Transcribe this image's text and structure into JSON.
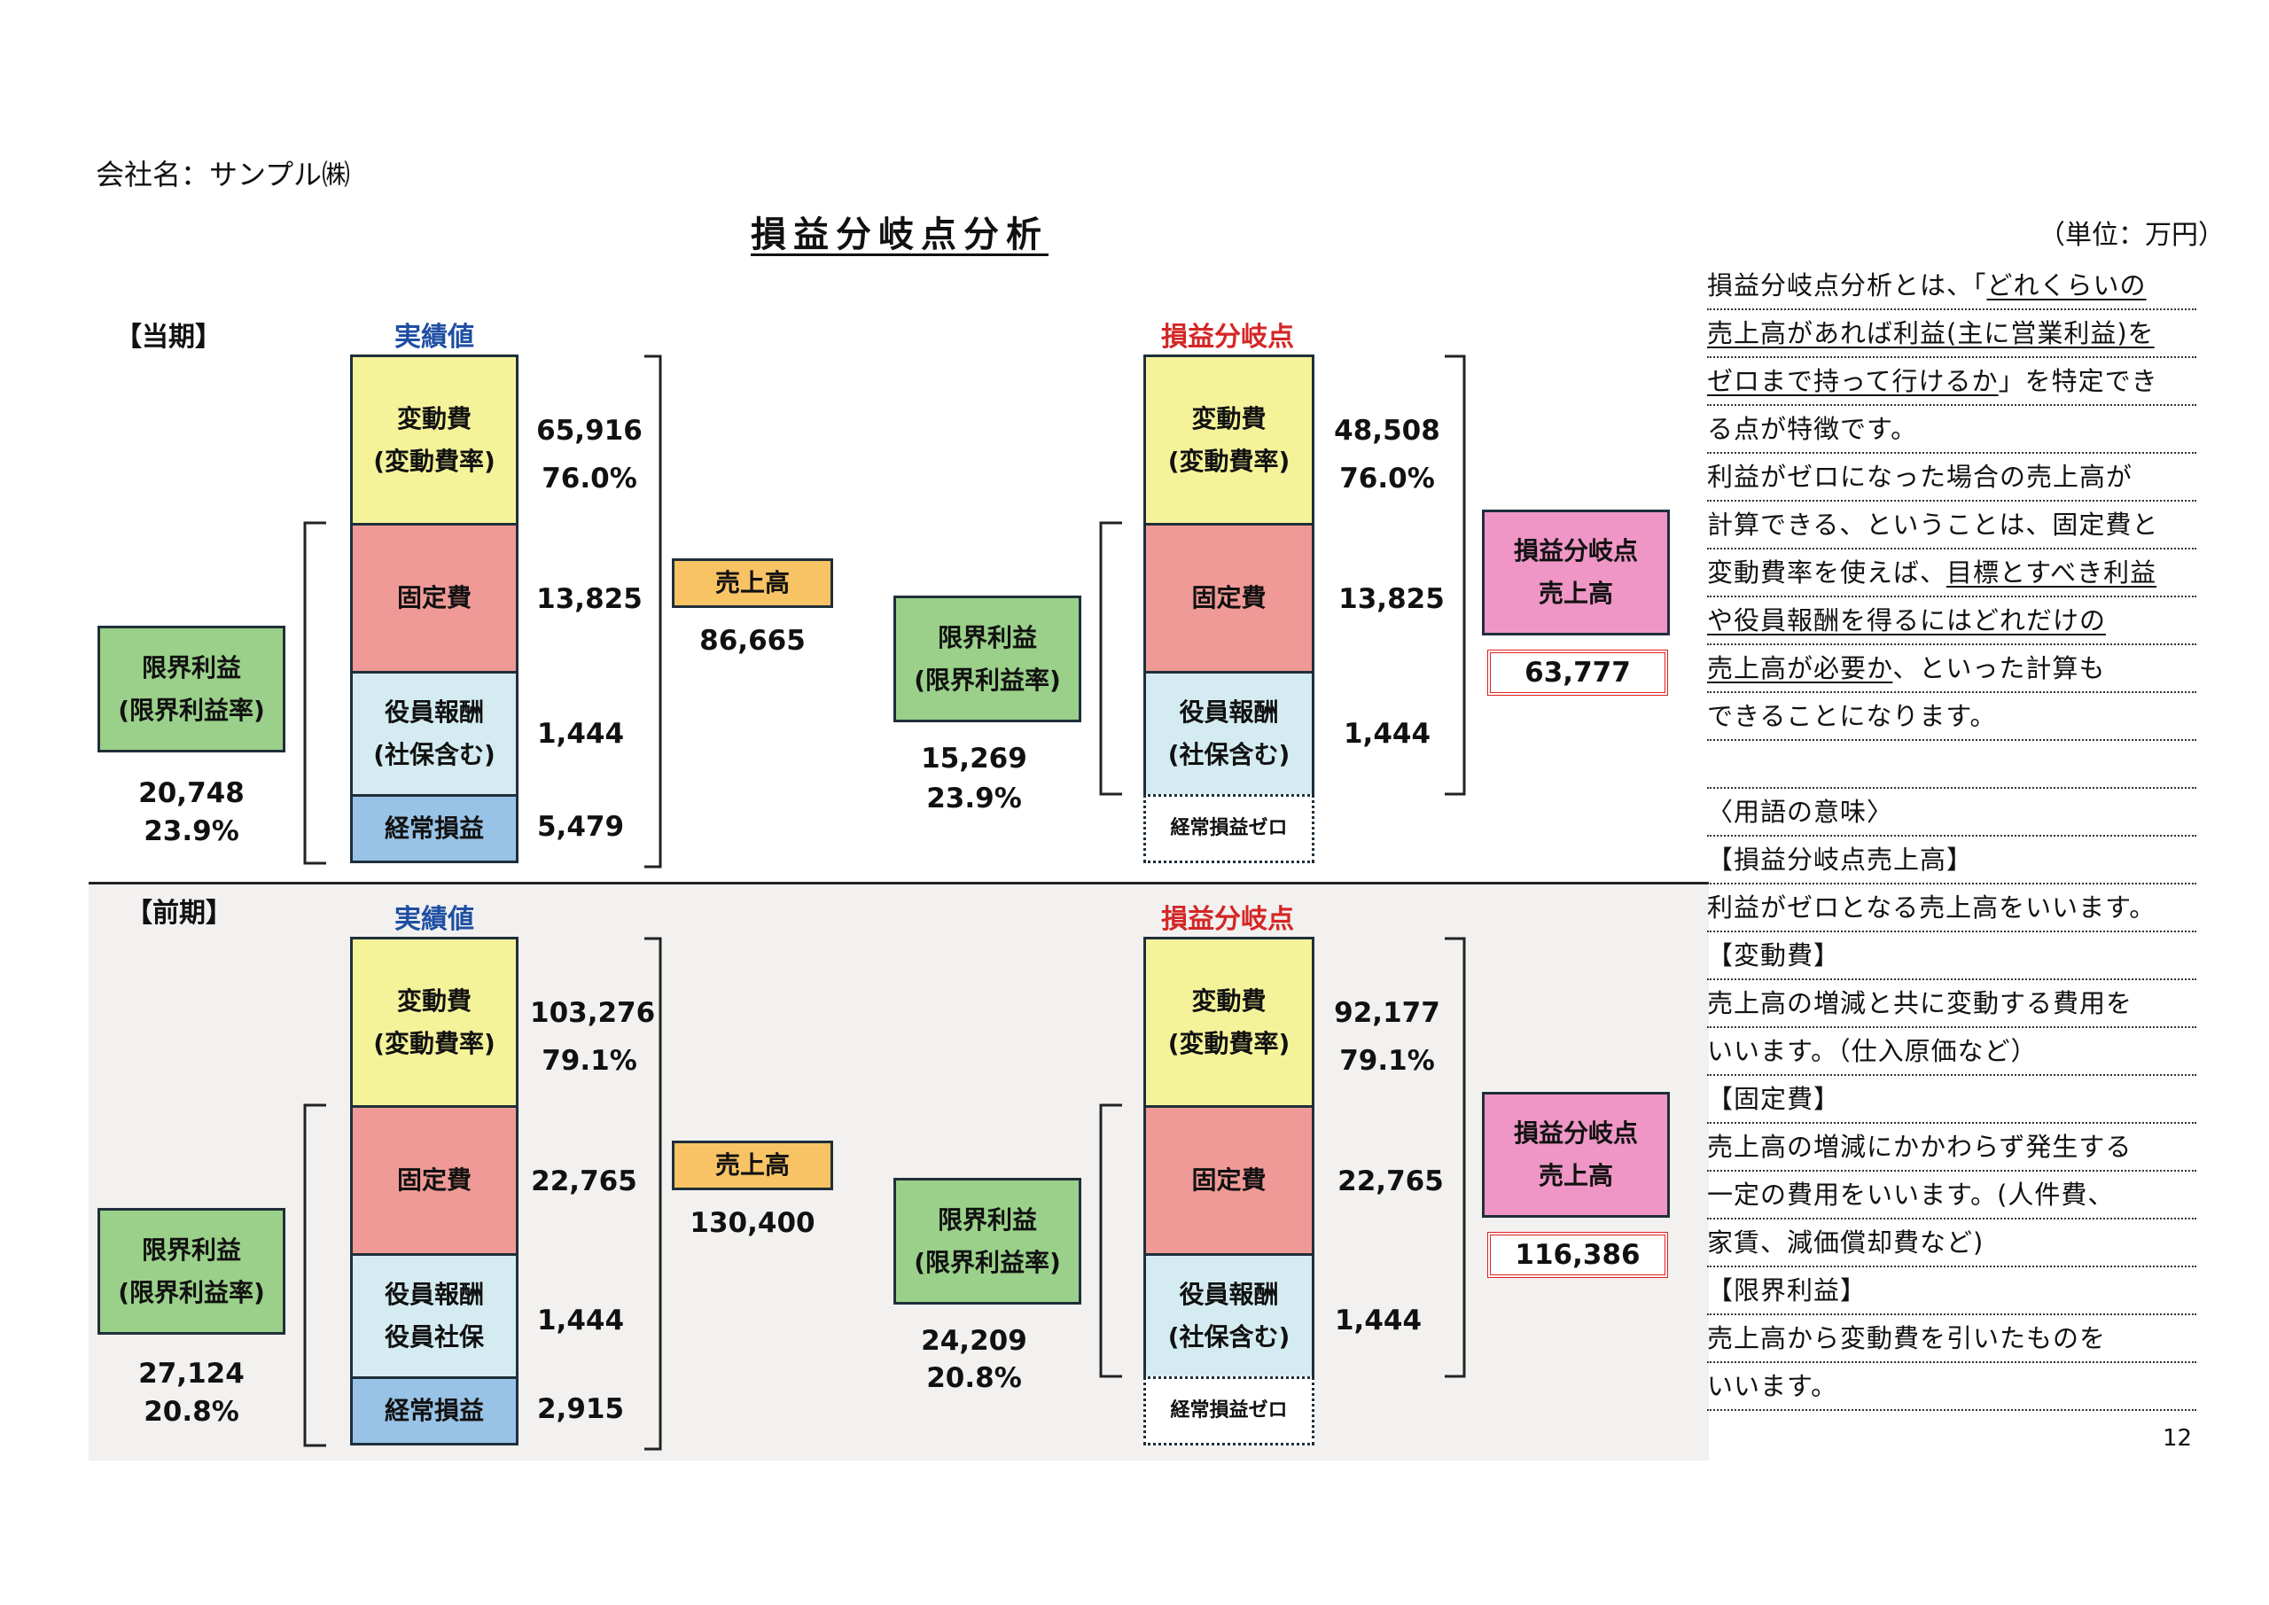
{
  "company": "会社名：サンプル㈱",
  "title": "損益分岐点分析",
  "unit": "（単位：万円）",
  "current": {
    "period_label": "【当期】",
    "actual_header": "実績値",
    "bep_header": "損益分岐点",
    "actual": {
      "variable_cost_label1": "変動費",
      "variable_cost_label2": "(変動費率)",
      "variable_cost_value": "65,916",
      "variable_cost_rate": "76.0%",
      "fixed_cost_label": "固定費",
      "fixed_cost_value": "13,825",
      "officer_label1": "役員報酬",
      "officer_label2": "(社保含む)",
      "officer_value": "1,444",
      "ordinary_label": "経常損益",
      "ordinary_value": "5,479",
      "sales_label": "売上高",
      "sales_value": "86,665",
      "marginal_label1": "限界利益",
      "marginal_label2": "(限界利益率)",
      "marginal_value": "20,748",
      "marginal_rate": "23.9%"
    },
    "bep": {
      "variable_cost_label1": "変動費",
      "variable_cost_label2": "(変動費率)",
      "variable_cost_value": "48,508",
      "variable_cost_rate": "76.0%",
      "fixed_cost_label": "固定費",
      "fixed_cost_value": "13,825",
      "officer_label1": "役員報酬",
      "officer_label2": "(社保含む)",
      "officer_value": "1,444",
      "ordinary_zero_label": "経常損益ゼロ",
      "marginal_label1": "限界利益",
      "marginal_label2": "(限界利益率)",
      "marginal_value": "15,269",
      "marginal_rate": "23.9%",
      "bep_sales_label1": "損益分岐点",
      "bep_sales_label2": "売上高",
      "bep_sales_value": "63,777"
    }
  },
  "previous": {
    "period_label": "【前期】",
    "actual_header": "実績値",
    "bep_header": "損益分岐点",
    "actual": {
      "variable_cost_label1": "変動費",
      "variable_cost_label2": "(変動費率)",
      "variable_cost_value": "103,276",
      "variable_cost_rate": "79.1%",
      "fixed_cost_label": "固定費",
      "fixed_cost_value": "22,765",
      "officer_label1": "役員報酬",
      "officer_label2": "役員社保",
      "officer_value": "1,444",
      "ordinary_label": "経常損益",
      "ordinary_value": "2,915",
      "sales_label": "売上高",
      "sales_value": "130,400",
      "marginal_label1": "限界利益",
      "marginal_label2": "(限界利益率)",
      "marginal_value": "27,124",
      "marginal_rate": "20.8%"
    },
    "bep": {
      "variable_cost_label1": "変動費",
      "variable_cost_label2": "(変動費率)",
      "variable_cost_value": "92,177",
      "variable_cost_rate": "79.1%",
      "fixed_cost_label": "固定費",
      "fixed_cost_value": "22,765",
      "officer_label1": "役員報酬",
      "officer_label2": "(社保含む)",
      "officer_value": "1,444",
      "ordinary_zero_label": "経常損益ゼロ",
      "marginal_label1": "限界利益",
      "marginal_label2": "(限界利益率)",
      "marginal_value": "24,209",
      "marginal_rate": "20.8%",
      "bep_sales_label1": "損益分岐点",
      "bep_sales_label2": "売上高",
      "bep_sales_value": "116,386"
    }
  },
  "sidebar": {
    "lines": [
      {
        "a": "損益分岐点分析とは、「",
        "u": "どれくらいの",
        "b": ""
      },
      {
        "a": "",
        "u": "売上高があれば利益(主に営業利益)を",
        "b": ""
      },
      {
        "a": "",
        "u": "ゼロまで持って行けるか",
        "b": "」を特定でき"
      },
      {
        "a": "る点が特徴です。",
        "u": "",
        "b": ""
      },
      {
        "a": "利益がゼロになった場合の売上高が",
        "u": "",
        "b": ""
      },
      {
        "a": "計算できる、ということは、固定費と",
        "u": "",
        "b": ""
      },
      {
        "a": "変動費率を使えば、",
        "u": "目標とすべき利益",
        "b": ""
      },
      {
        "a": "",
        "u": "や役員報酬を得るにはどれだけの",
        "b": ""
      },
      {
        "a": "",
        "u": "売上高が必要か",
        "b": "、といった計算も"
      },
      {
        "a": "できることになります。",
        "u": "",
        "b": ""
      },
      {
        "a": "",
        "u": "",
        "b": ""
      },
      {
        "a": "〈用語の意味〉",
        "u": "",
        "b": ""
      },
      {
        "a": "【損益分岐点売上高】",
        "u": "",
        "b": ""
      },
      {
        "a": "利益がゼロとなる売上高をいいます。",
        "u": "",
        "b": ""
      },
      {
        "a": "【変動費】",
        "u": "",
        "b": ""
      },
      {
        "a": "売上高の増減と共に変動する費用を",
        "u": "",
        "b": ""
      },
      {
        "a": "いいます。（仕入原価など）",
        "u": "",
        "b": ""
      },
      {
        "a": "【固定費】",
        "u": "",
        "b": ""
      },
      {
        "a": "売上高の増減にかかわらず発生する",
        "u": "",
        "b": ""
      },
      {
        "a": "一定の費用をいいます。(人件費、",
        "u": "",
        "b": ""
      },
      {
        "a": "家賃、減価償却費など)",
        "u": "",
        "b": ""
      },
      {
        "a": "【限界利益】",
        "u": "",
        "b": ""
      },
      {
        "a": "売上高から変動費を引いたものを",
        "u": "",
        "b": ""
      },
      {
        "a": "いいます。",
        "u": "",
        "b": ""
      }
    ]
  },
  "page_number": "12"
}
